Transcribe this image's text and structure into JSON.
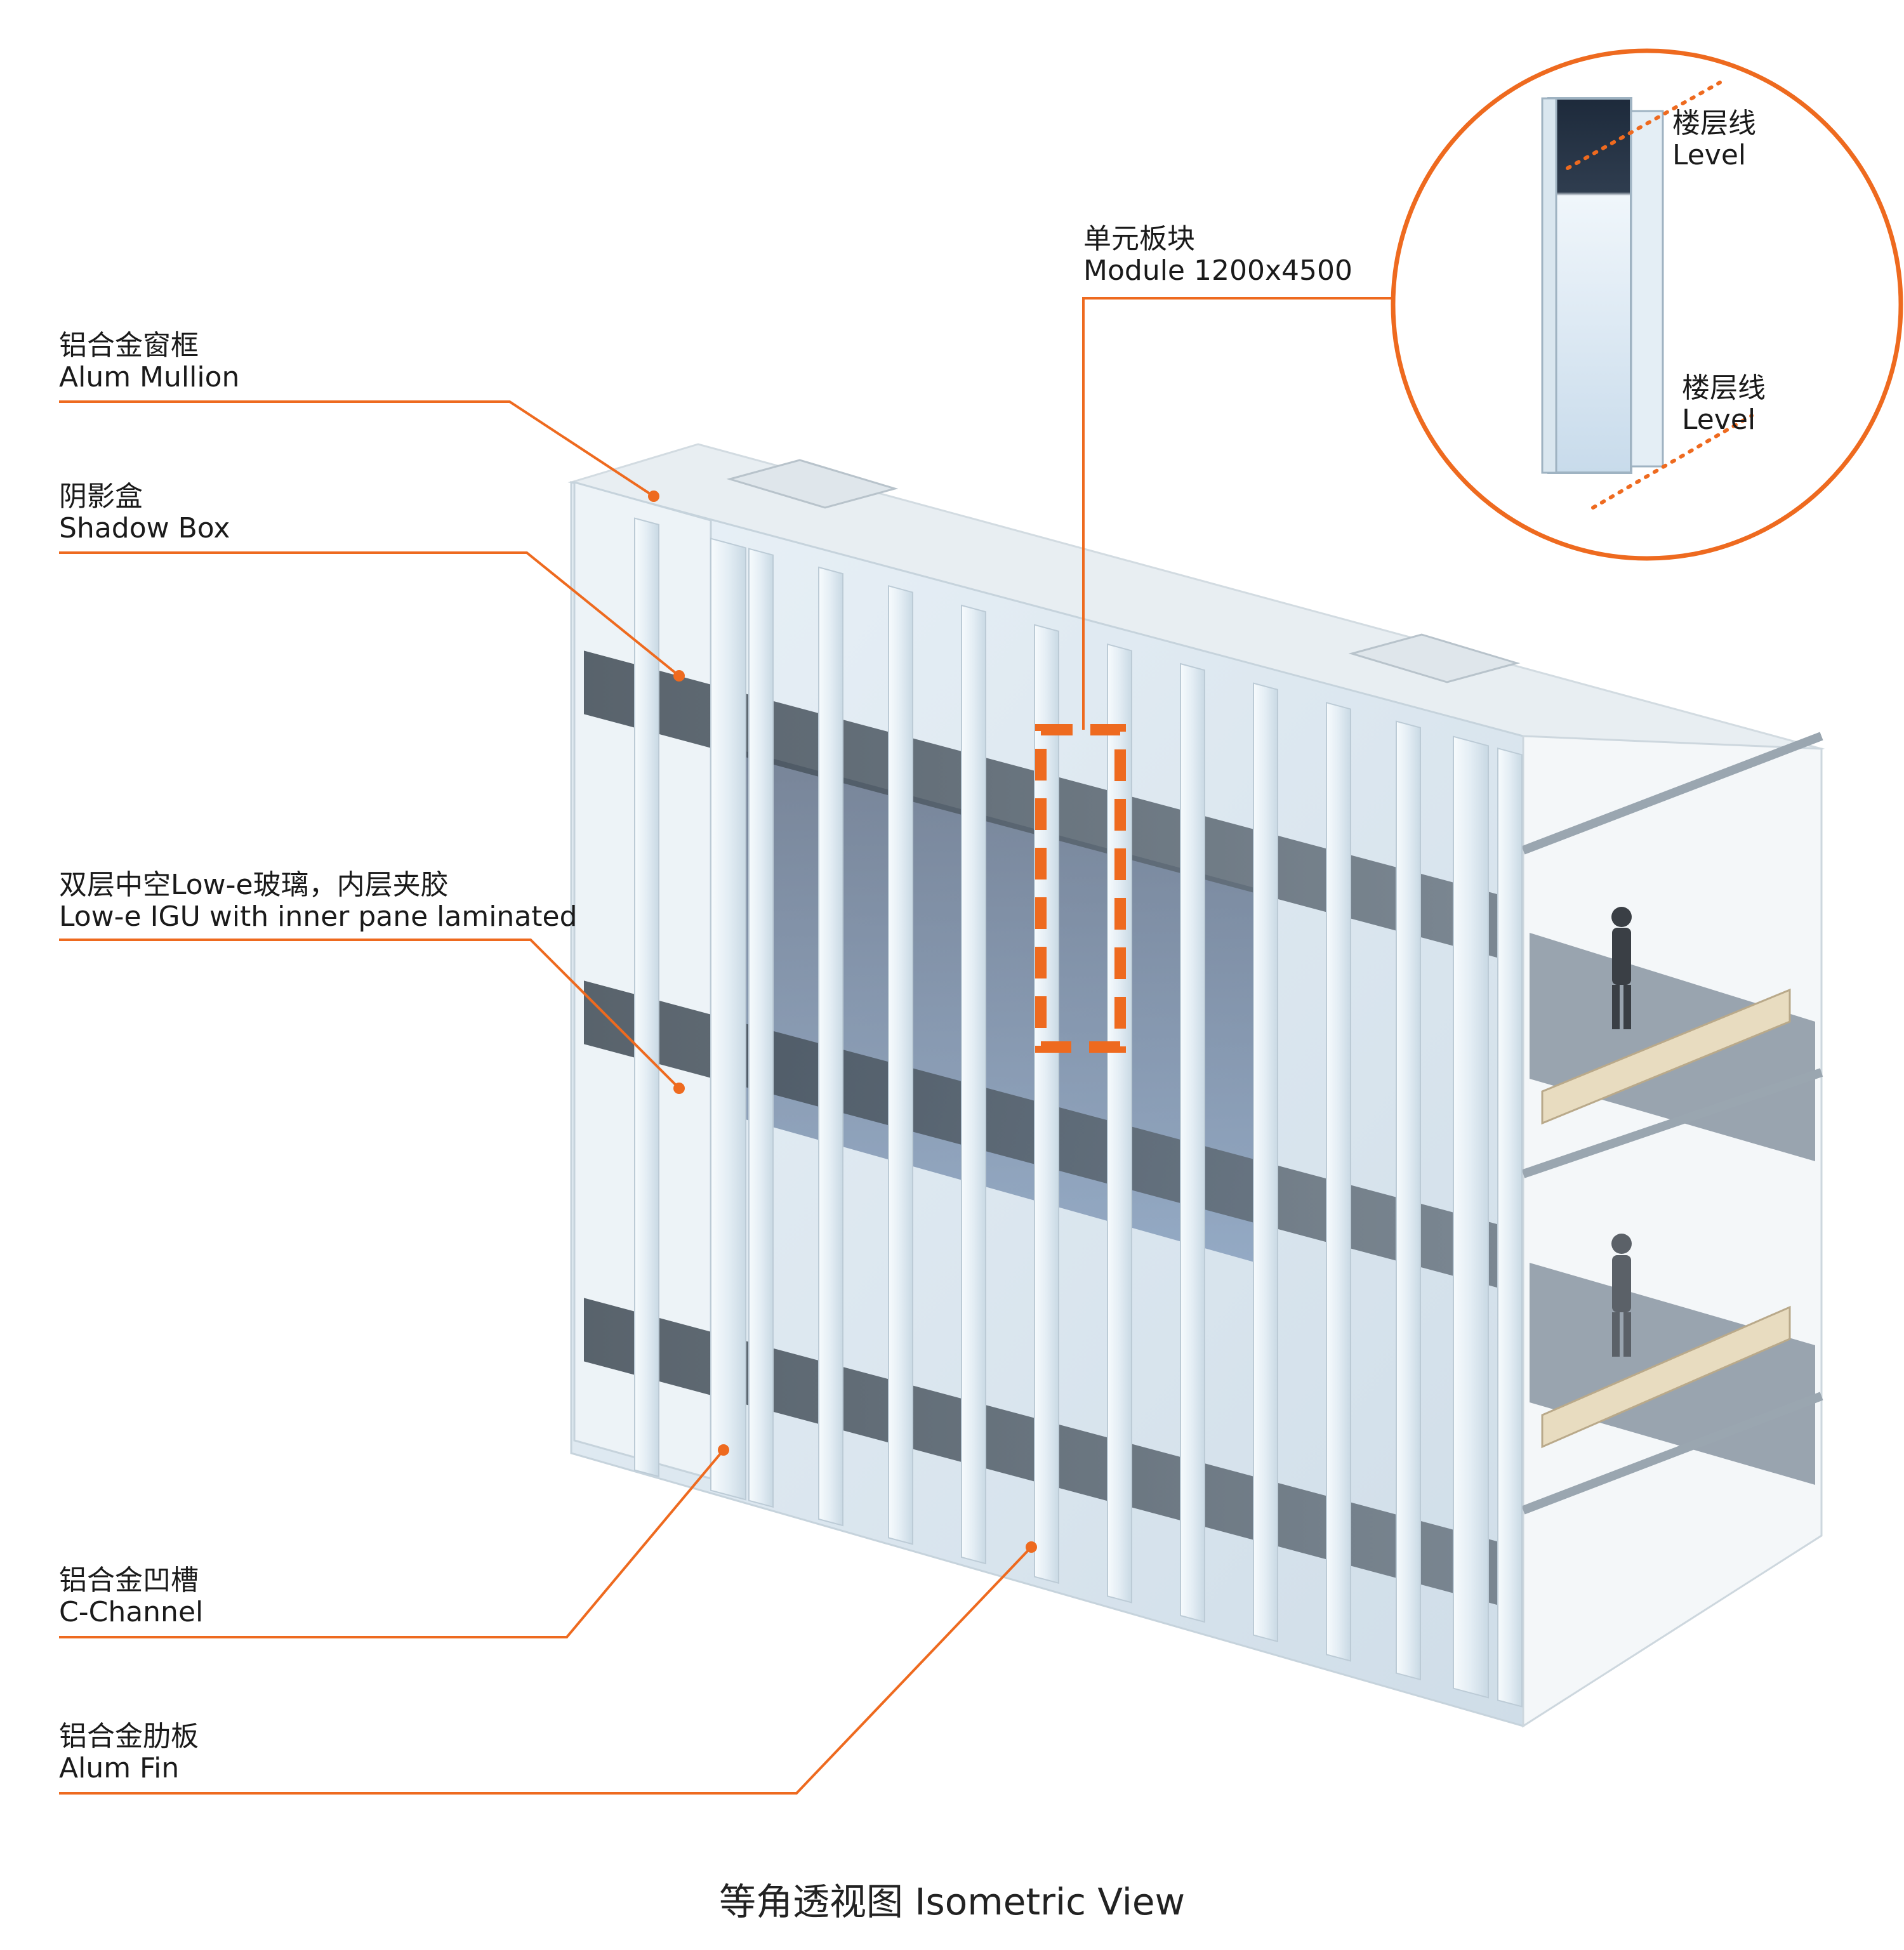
{
  "callouts": {
    "alum_mullion": {
      "zh": "铝合金窗框",
      "en": "Alum Mullion"
    },
    "shadow_box": {
      "zh": "阴影盒",
      "en": "Shadow Box"
    },
    "igu": {
      "zh": "双层中空Low-e玻璃，内层夹胶",
      "en": "Low-e IGU with inner pane laminated"
    },
    "c_channel": {
      "zh": "铝合金凹槽",
      "en": "C-Channel"
    },
    "alum_fin": {
      "zh": "铝合金肋板",
      "en": "Alum Fin"
    },
    "module": {
      "zh": "单元板块",
      "en": "Module 1200x4500"
    }
  },
  "detail": {
    "level_top": {
      "zh": "楼层线",
      "en": "Level"
    },
    "level_bottom": {
      "zh": "楼层线",
      "en": "Level"
    }
  },
  "caption": "等角透视图 Isometric View",
  "colors": {
    "accent": "#ee6a1f",
    "glass": "#dbe8f1",
    "dark_glass": "#4f5b66",
    "fin": "#eef4f8"
  }
}
